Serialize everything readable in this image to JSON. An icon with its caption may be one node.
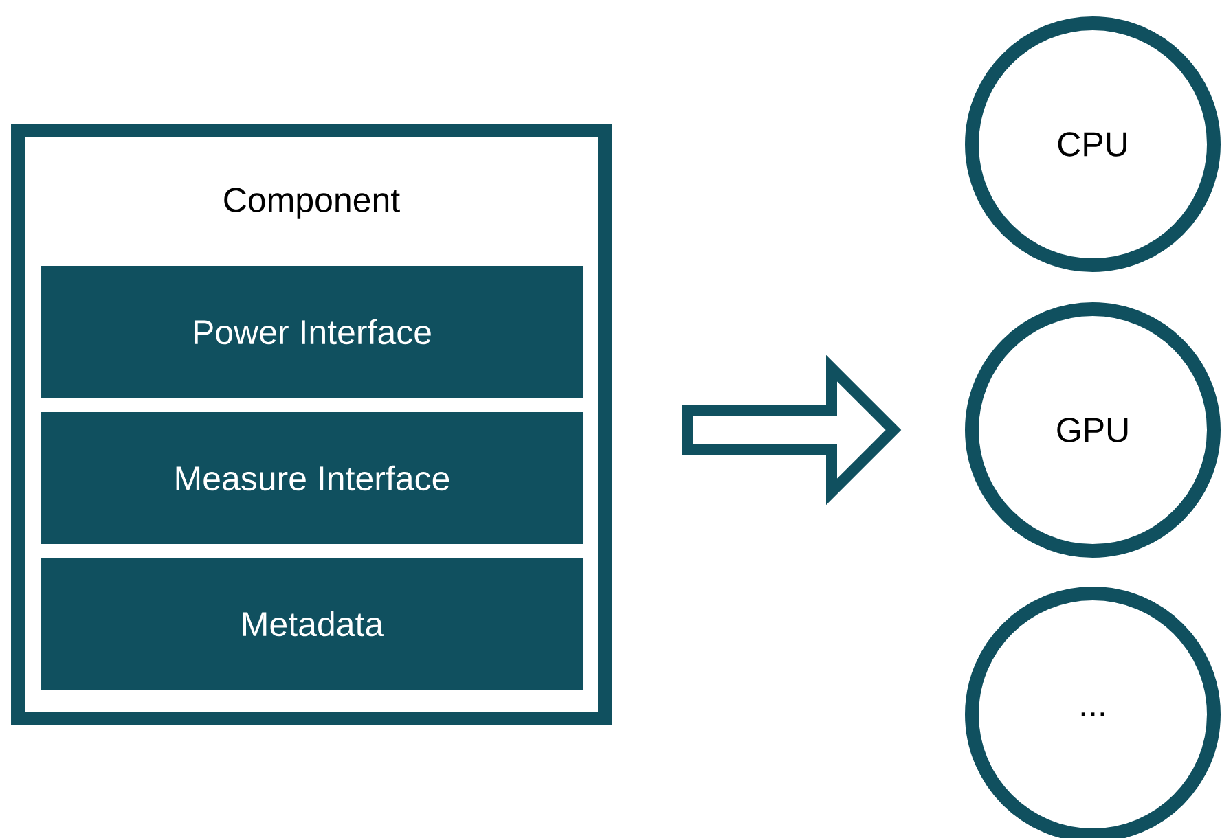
{
  "diagram": {
    "nodes": [
      {
        "text": [
          "Component"
        ]
      },
      {
        "text": [
          "Power Interface"
        ],
        "in": 0
      },
      {
        "text": [
          "Measure Interface"
        ],
        "in": 0
      },
      {
        "text": [
          "Metadata"
        ],
        "in": 0
      },
      {
        "text": [
          "CPU"
        ]
      },
      {
        "text": [
          "GPU"
        ]
      },
      {
        "text": [
          "..."
        ]
      }
    ],
    "edges": [
      {
        "from": 0,
        "to": 5,
        "arrow": "to"
      }
    ]
  }
}
